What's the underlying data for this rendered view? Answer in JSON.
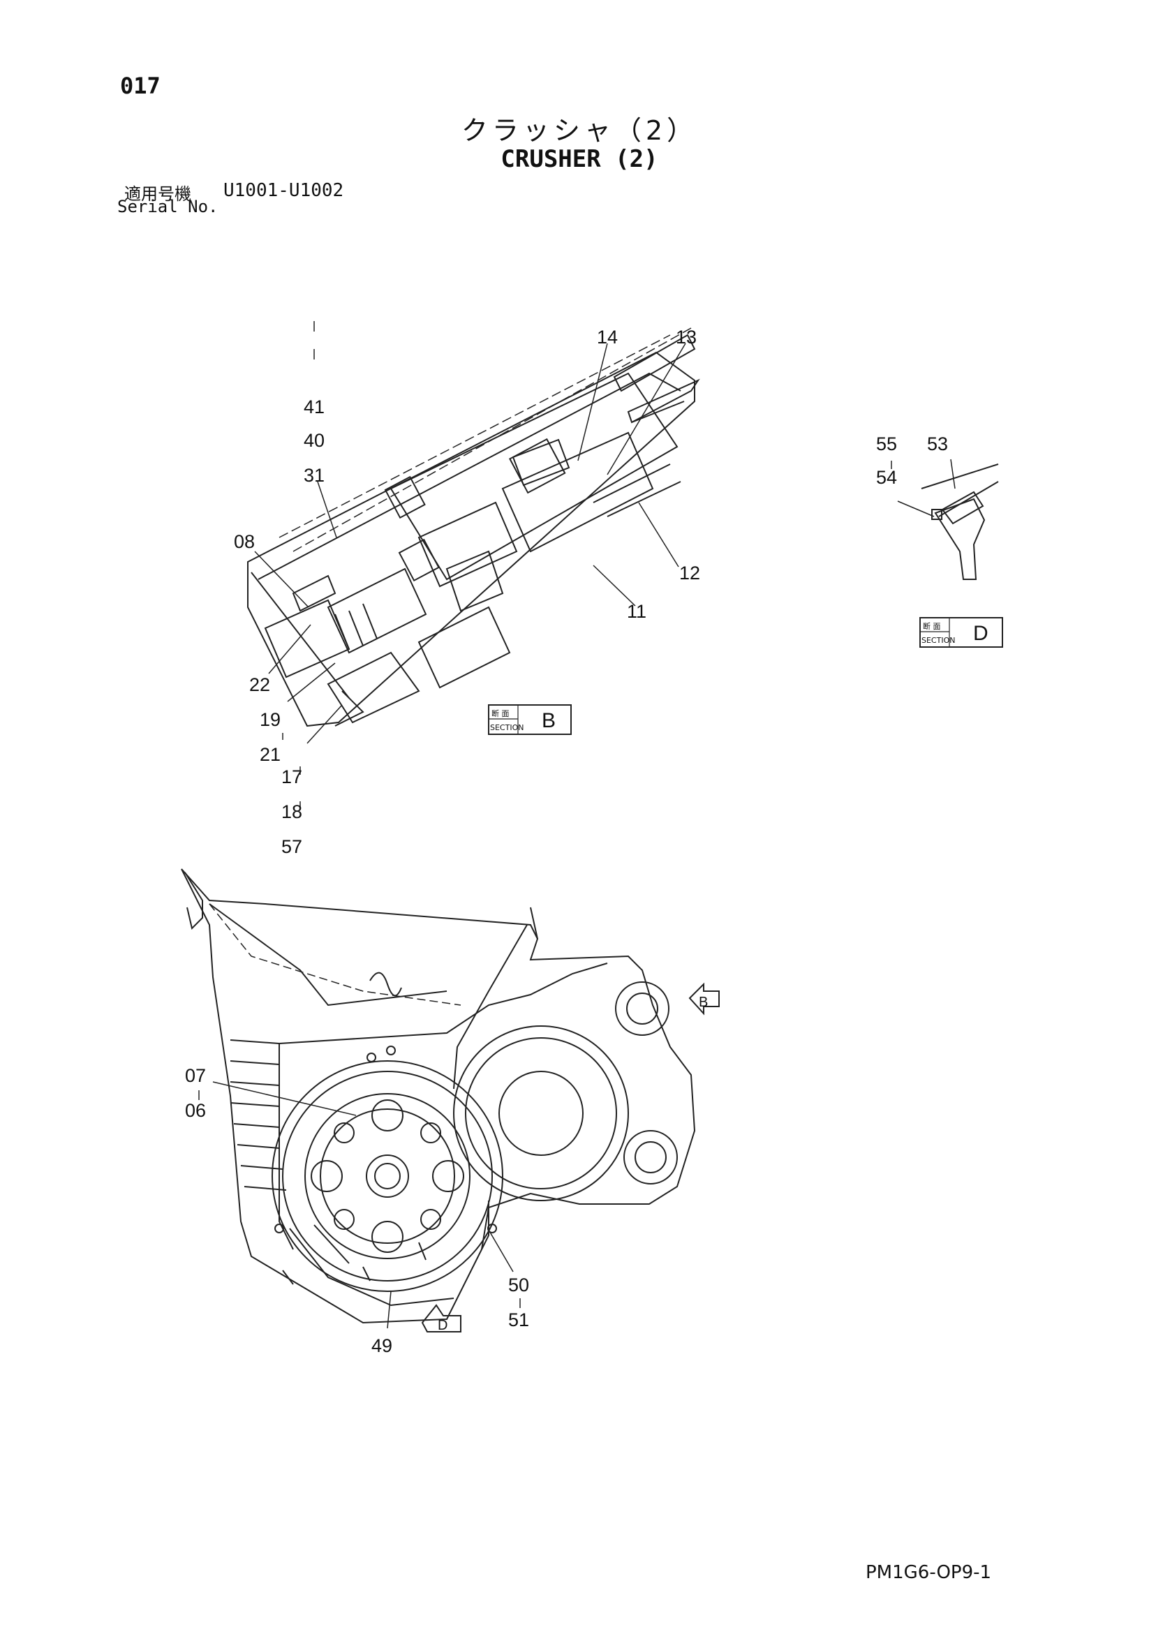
{
  "page_number": "017",
  "title_jp": "クラッシャ（2）",
  "title_en": "CRUSHER (2)",
  "serial": {
    "label_jp": "適用号機",
    "label_en": "Serial No.",
    "value": "U1001-U1002"
  },
  "doc_code": "PM1G6-OP9-1",
  "section_tag_small": "断 面",
  "section_tag_word": "SECTION",
  "sections": {
    "b": "B",
    "d": "D"
  },
  "view_markers": {
    "b": "B",
    "d": "D"
  },
  "callouts": {
    "p14": "14",
    "p13": "13",
    "p41": "41",
    "p40": "40",
    "p31": "31",
    "p08": "08",
    "p12": "12",
    "p11": "11",
    "p22": "22",
    "p19": "19",
    "p21": "21",
    "p17": "17",
    "p18": "18",
    "p57": "57",
    "p55": "55",
    "p53": "53",
    "p54": "54",
    "p07": "07",
    "p06": "06",
    "p50": "50",
    "p51": "51",
    "p49": "49"
  }
}
